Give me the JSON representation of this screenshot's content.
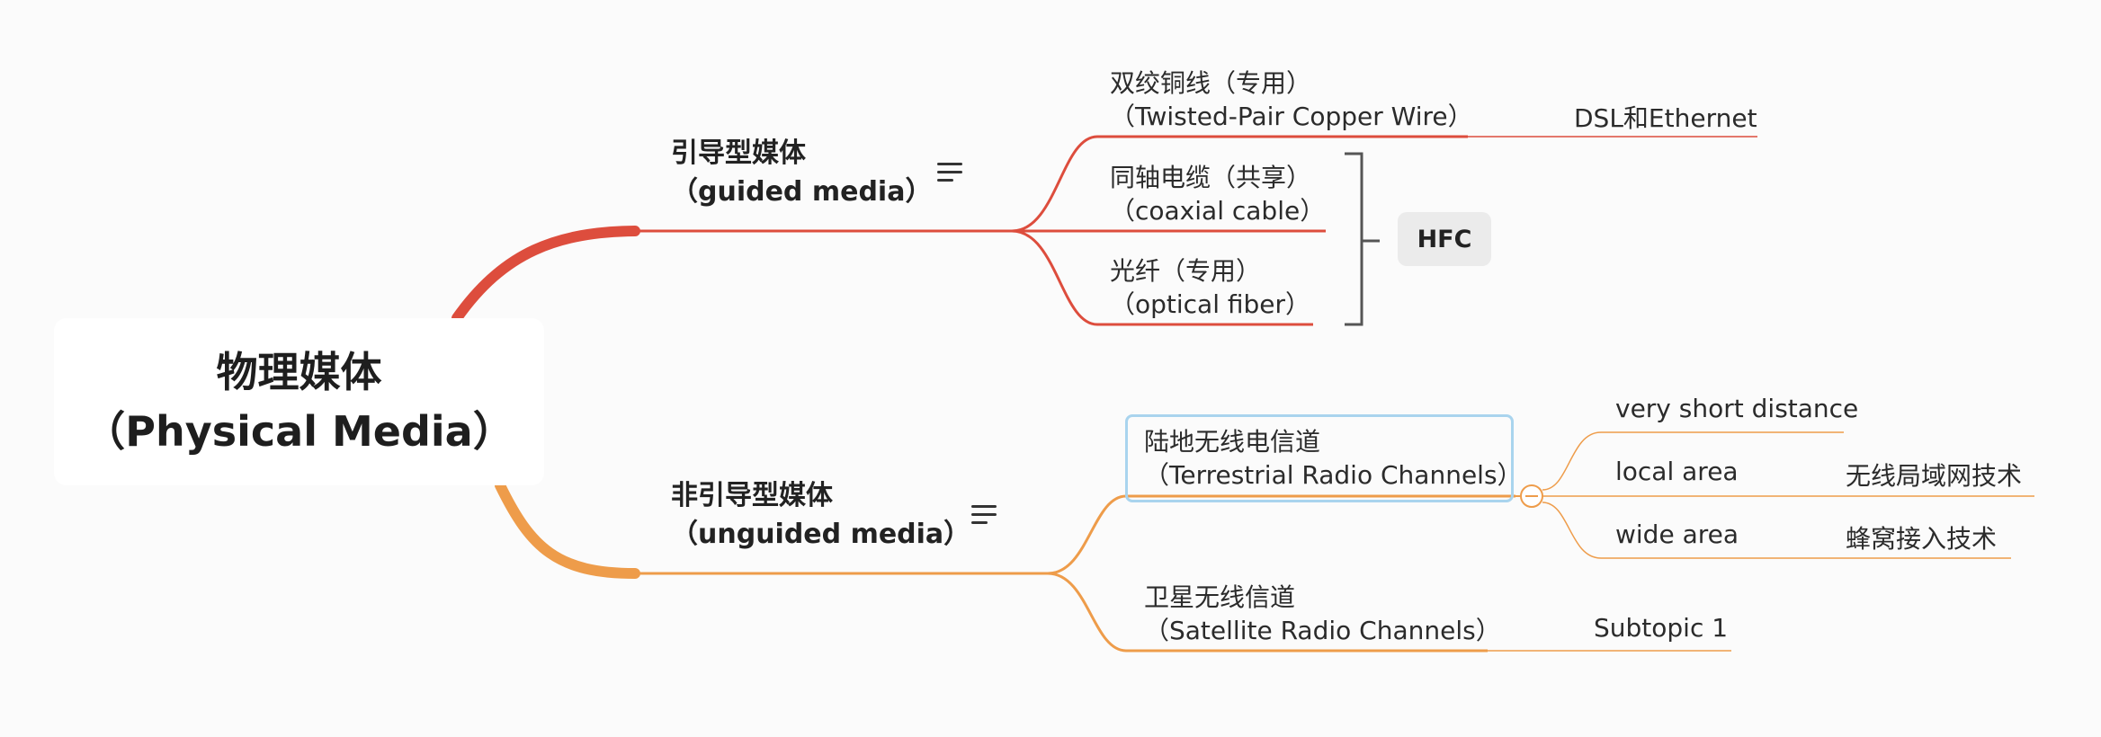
{
  "root": {
    "line1": "物理媒体",
    "line2": "（Physical Media）"
  },
  "colors": {
    "guided": "#dd4d3d",
    "unguided": "#ee9c4a",
    "bracket": "#555555",
    "selection": "#a9d4ee",
    "hfc_bg": "#ebebeb"
  },
  "branches": {
    "guided": {
      "line1": "引导型媒体",
      "line2": "（guided media）",
      "children": [
        {
          "line1": "双绞铜线（专用）",
          "line2": "（Twisted-Pair Copper Wire）",
          "subtopic": "DSL和Ethernet"
        },
        {
          "line1": "同轴电缆（共享）",
          "line2": "（coaxial cable）"
        },
        {
          "line1": "光纤（专用）",
          "line2": "（optical fiber）"
        }
      ],
      "summary": "HFC"
    },
    "unguided": {
      "line1": "非引导型媒体",
      "line2": "（unguided media）",
      "children": [
        {
          "line1": "陆地无线电信道",
          "line2": "（Terrestrial Radio Channels）",
          "subtopics": [
            {
              "label": "very short distance"
            },
            {
              "label": "local area",
              "detail": "无线局域网技术"
            },
            {
              "label": "wide area",
              "detail": "蜂窝接入技术"
            }
          ]
        },
        {
          "line1": "卫星无线信道",
          "line2": "（Satellite Radio Channels）",
          "subtopic": "Subtopic 1"
        }
      ]
    }
  },
  "icons": {
    "note": "notes-icon",
    "collapse": "collapse-circle-icon"
  }
}
